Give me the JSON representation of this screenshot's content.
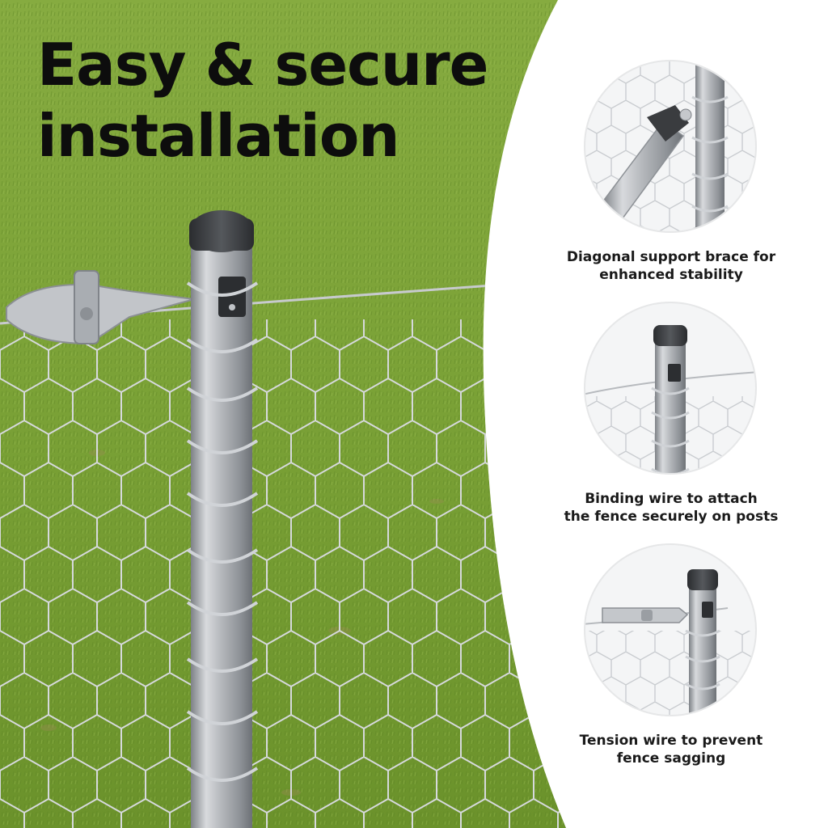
{
  "headline": {
    "line1": "Easy & secure",
    "line2": "installation"
  },
  "features": [
    {
      "line1": "Diagonal support brace for",
      "line2": "enhanced stability",
      "icon": "support-brace-detail"
    },
    {
      "line1": "Binding wire to attach",
      "line2": "the fence securely on posts",
      "icon": "binding-wire-detail"
    },
    {
      "line1": "Tension wire to prevent",
      "line2": "fence sagging",
      "icon": "tension-wire-detail"
    }
  ],
  "colors": {
    "grass": "#7fa33a",
    "grass_dark": "#5f8226",
    "panel": "#ffffff",
    "post_metal": "#b9bcc0",
    "cap": "#3b3d40",
    "text": "#0d0d0d"
  }
}
